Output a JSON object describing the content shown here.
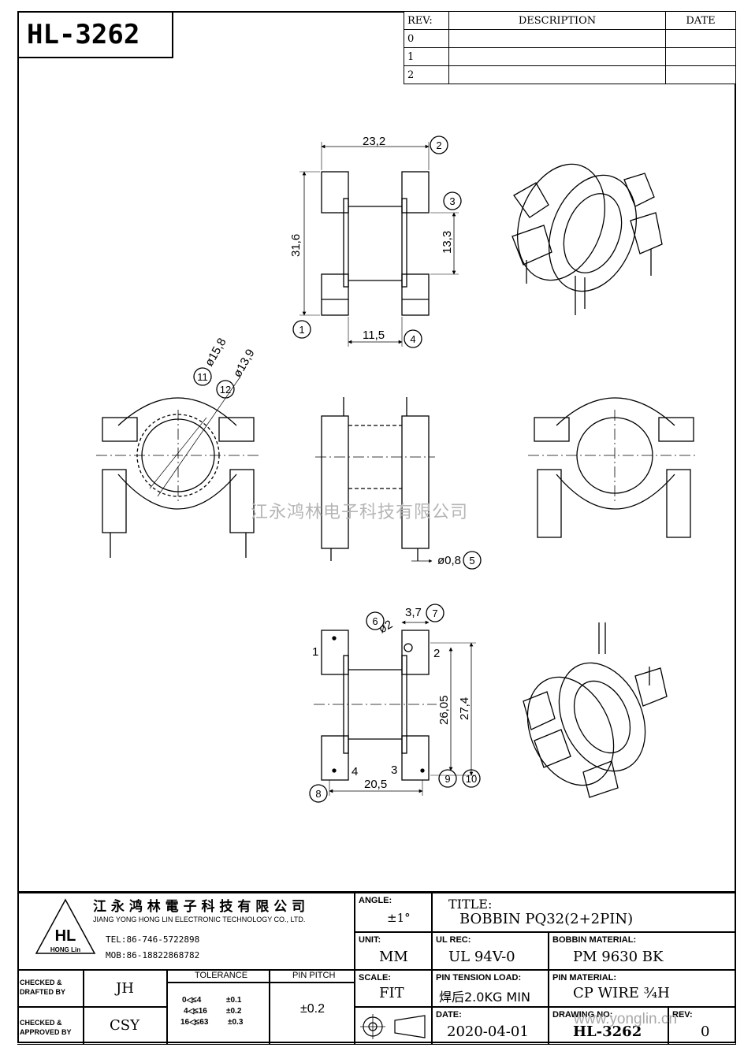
{
  "part_number": "HL-3262",
  "revision_table": {
    "headers": [
      "REV:",
      "DESCRIPTION",
      "DATE"
    ],
    "rows": [
      "0",
      "1",
      "2"
    ]
  },
  "dimensions": {
    "top_width": "23,2",
    "top_height": "31,6",
    "top_inner": "13,3",
    "top_pin_span": "11,5",
    "outer_dia": "ø15,8",
    "inner_dia": "ø13,9",
    "pin_dia": "ø0,8",
    "hole_dia": "ø2",
    "slot": "3,7",
    "row_span_a": "26,05",
    "row_span_b": "27,4",
    "pin_row_width": "20,5"
  },
  "callouts": [
    "1",
    "2",
    "3",
    "4",
    "5",
    "6",
    "7",
    "8",
    "9",
    "10",
    "11",
    "12"
  ],
  "pin_labels": [
    "1",
    "2",
    "3",
    "4"
  ],
  "watermark": "江永鸿林电子科技有限公司",
  "company": {
    "name_cn": "江 永 鸿 林 電 子 科 技 有 限 公 司",
    "name_en": "JIANG YONG HONG LIN ELECTRONIC TECHNOLOGY CO., LTD.",
    "logo_text": "HL",
    "logo_sub": "HONG Lin",
    "tel": "TEL:86-746-5722898",
    "mob": "MOB:86-18822868782"
  },
  "title_block": {
    "angle_label": "ANGLE:",
    "angle_value": "±1°",
    "title_label": "TITLE:",
    "title_value": "BOBBIN PQ32(2+2PIN)",
    "unit_label": "UNIT:",
    "unit_value": "MM",
    "ul_label": "UL REC:",
    "ul_value": "UL 94V-0",
    "bobbin_mat_label": "BOBBIN MATERIAL:",
    "bobbin_mat_value": "PM 9630 BK",
    "checked_label_1": "CHECKED &",
    "drafted_label": "DRAFTED BY",
    "drafted_value": "JH",
    "checked_label_2": "CHECKED &",
    "approved_label": "APPROVED BY",
    "approved_value": "CSY",
    "tolerance_label": "TOLERANCE",
    "tolerance_rows": [
      {
        "range": "0◁≤4",
        "tol": "±0.1"
      },
      {
        "range": "4◁≤16",
        "tol": "±0.2"
      },
      {
        "range": "16◁≤63",
        "tol": "±0.3"
      }
    ],
    "pitch_label": "PIN PITCH",
    "pitch_value": "±0.2",
    "scale_label": "SCALE:",
    "scale_value": "FIT",
    "tension_label": "PIN TENSION LOAD:",
    "tension_value": "焊后2.0KG MIN",
    "pin_mat_label": "PIN MATERIAL:",
    "pin_mat_value": "CP WIRE ¾H",
    "date_label": "DATE:",
    "date_value": "2020-04-01",
    "drawing_label": "DRAWING NO:",
    "drawing_value": "HL-3262",
    "rev_label": "REV:",
    "rev_value": "0",
    "website": "www.yonglin.cn"
  }
}
